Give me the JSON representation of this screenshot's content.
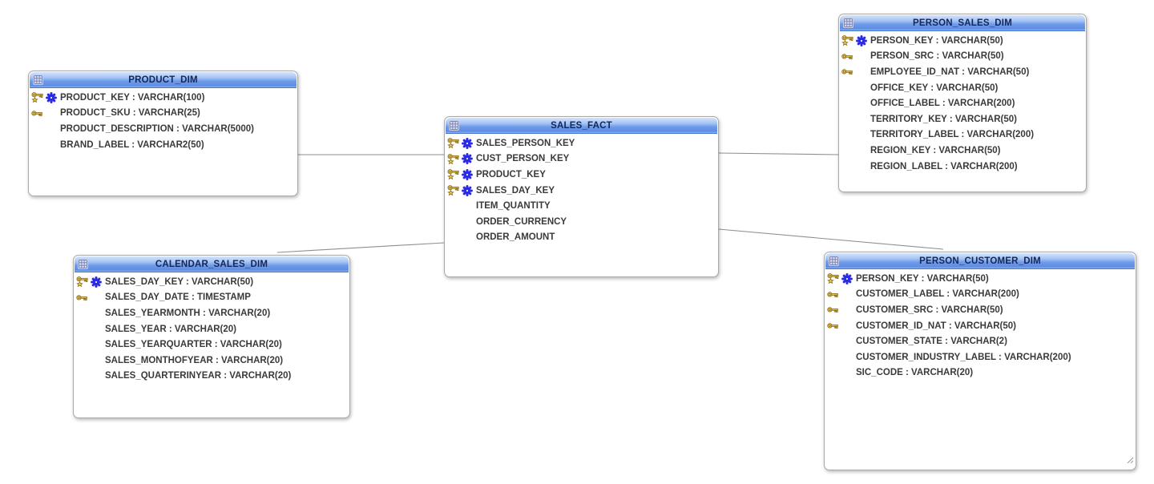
{
  "diagram": {
    "type": "entity-relationship-star-schema",
    "background_color": "#ffffff",
    "relationship_line_color": "#8f8f8f",
    "header_gradient_top": "#d3e3fa",
    "header_gradient_bottom": "#5e8de4",
    "header_text_color": "#14265a",
    "column_text_color": "#3a3a3a",
    "icon_legend": {
      "table-grid-icon": "table entity grid glyph in each header",
      "primary-key-icon": "gold key with star (primary key column)",
      "foreign-key-icon": "gold key (foreign/unique key column)",
      "mandatory-icon": "blue asterisk flower (mandatory NOT NULL column)"
    },
    "tables": [
      {
        "name": "PRODUCT_DIM",
        "columns": [
          {
            "text": "PRODUCT_KEY : VARCHAR(100)",
            "icons": [
              "pk",
              "mandatory"
            ]
          },
          {
            "text": "PRODUCT_SKU : VARCHAR(25)",
            "icons": [
              "fk"
            ]
          },
          {
            "text": "PRODUCT_DESCRIPTION : VARCHAR(5000)",
            "icons": []
          },
          {
            "text": "BRAND_LABEL : VARCHAR2(50)",
            "icons": []
          }
        ]
      },
      {
        "name": "SALES_FACT",
        "columns": [
          {
            "text": "SALES_PERSON_KEY",
            "icons": [
              "pk",
              "mandatory"
            ]
          },
          {
            "text": "CUST_PERSON_KEY",
            "icons": [
              "pk",
              "mandatory"
            ]
          },
          {
            "text": "PRODUCT_KEY",
            "icons": [
              "pk",
              "mandatory"
            ]
          },
          {
            "text": "SALES_DAY_KEY",
            "icons": [
              "pk",
              "mandatory"
            ]
          },
          {
            "text": "ITEM_QUANTITY",
            "icons": []
          },
          {
            "text": "ORDER_CURRENCY",
            "icons": []
          },
          {
            "text": "ORDER_AMOUNT",
            "icons": []
          }
        ]
      },
      {
        "name": "PERSON_SALES_DIM",
        "columns": [
          {
            "text": "PERSON_KEY : VARCHAR(50)",
            "icons": [
              "pk",
              "mandatory"
            ]
          },
          {
            "text": "PERSON_SRC : VARCHAR(50)",
            "icons": [
              "fk"
            ]
          },
          {
            "text": "EMPLOYEE_ID_NAT : VARCHAR(50)",
            "icons": [
              "fk"
            ]
          },
          {
            "text": "OFFICE_KEY : VARCHAR(50)",
            "icons": []
          },
          {
            "text": "OFFICE_LABEL : VARCHAR(200)",
            "icons": []
          },
          {
            "text": "TERRITORY_KEY : VARCHAR(50)",
            "icons": []
          },
          {
            "text": "TERRITORY_LABEL : VARCHAR(200)",
            "icons": []
          },
          {
            "text": "REGION_KEY : VARCHAR(50)",
            "icons": []
          },
          {
            "text": "REGION_LABEL : VARCHAR(200)",
            "icons": []
          }
        ]
      },
      {
        "name": "CALENDAR_SALES_DIM",
        "columns": [
          {
            "text": "SALES_DAY_KEY : VARCHAR(50)",
            "icons": [
              "pk",
              "mandatory"
            ]
          },
          {
            "text": "SALES_DAY_DATE : TIMESTAMP",
            "icons": [
              "fk"
            ]
          },
          {
            "text": "SALES_YEARMONTH : VARCHAR(20)",
            "icons": []
          },
          {
            "text": "SALES_YEAR : VARCHAR(20)",
            "icons": []
          },
          {
            "text": "SALES_YEARQUARTER : VARCHAR(20)",
            "icons": []
          },
          {
            "text": "SALES_MONTHOFYEAR : VARCHAR(20)",
            "icons": []
          },
          {
            "text": "SALES_QUARTERINYEAR : VARCHAR(20)",
            "icons": []
          }
        ]
      },
      {
        "name": "PERSON_CUSTOMER_DIM",
        "columns": [
          {
            "text": "PERSON_KEY : VARCHAR(50)",
            "icons": [
              "pk",
              "mandatory"
            ]
          },
          {
            "text": "CUSTOMER_LABEL : VARCHAR(200)",
            "icons": [
              "fk"
            ]
          },
          {
            "text": "CUSTOMER_SRC : VARCHAR(50)",
            "icons": [
              "fk"
            ]
          },
          {
            "text": "CUSTOMER_ID_NAT : VARCHAR(50)",
            "icons": [
              "fk"
            ]
          },
          {
            "text": "CUSTOMER_STATE : VARCHAR(2)",
            "icons": []
          },
          {
            "text": "CUSTOMER_INDUSTRY_LABEL : VARCHAR(200)",
            "icons": []
          },
          {
            "text": "SIC_CODE : VARCHAR(20)",
            "icons": []
          }
        ]
      }
    ],
    "relationships": [
      {
        "from": "PRODUCT_DIM",
        "to": "SALES_FACT"
      },
      {
        "from": "SALES_FACT",
        "to": "PERSON_SALES_DIM"
      },
      {
        "from": "SALES_FACT",
        "to": "CALENDAR_SALES_DIM"
      },
      {
        "from": "SALES_FACT",
        "to": "PERSON_CUSTOMER_DIM"
      }
    ]
  }
}
